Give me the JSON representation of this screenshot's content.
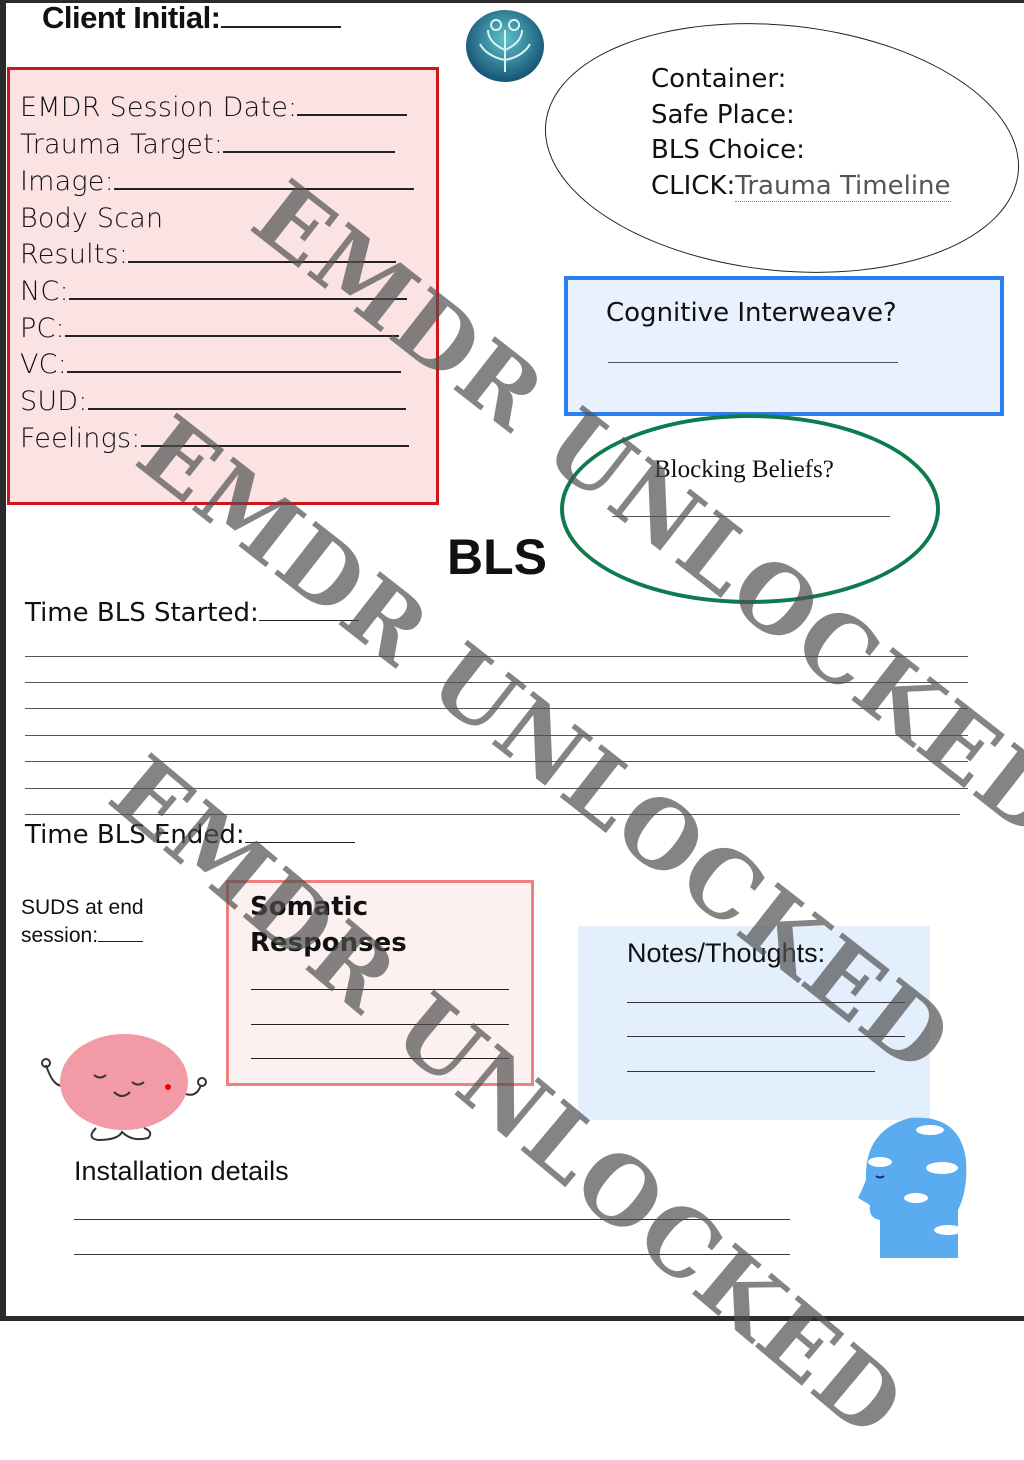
{
  "header": {
    "client_initial_label": "Client Initial:"
  },
  "logo": {
    "icon": "brain-tree-logo",
    "color": "#1a5a7a"
  },
  "assessment": {
    "fields": [
      "EMDR Session Date:",
      "Trauma Target:",
      "Image:",
      "Body Scan",
      "Results:",
      "NC:",
      "PC:",
      "VC:",
      "SUD:",
      "Feelings:"
    ],
    "border_color": "#d0161c"
  },
  "resources": {
    "container": "Container:",
    "safe_place": "Safe Place:",
    "bls_choice": "BLS Choice:",
    "click_prefix": "CLICK:",
    "click_link": "Trauma Timeline"
  },
  "cognitive_interweave": {
    "label": "Cognitive Interweave?",
    "border_color": "#2a7ff0"
  },
  "blocking_beliefs": {
    "label": "Blocking Beliefs?",
    "border_color": "#0f7a4c"
  },
  "bls": {
    "title": "BLS",
    "time_started": "Time BLS Started:",
    "time_ended": "Time BLS Ended:"
  },
  "suds_end": {
    "line1": "SUDS at end",
    "line2": "session:"
  },
  "somatic": {
    "line1": "Somatic",
    "line2": "Responses"
  },
  "notes": {
    "label": "Notes/Thoughts:"
  },
  "installation": {
    "label": "Installation details"
  },
  "watermark": {
    "text": "EMDR UNLOCKED"
  }
}
